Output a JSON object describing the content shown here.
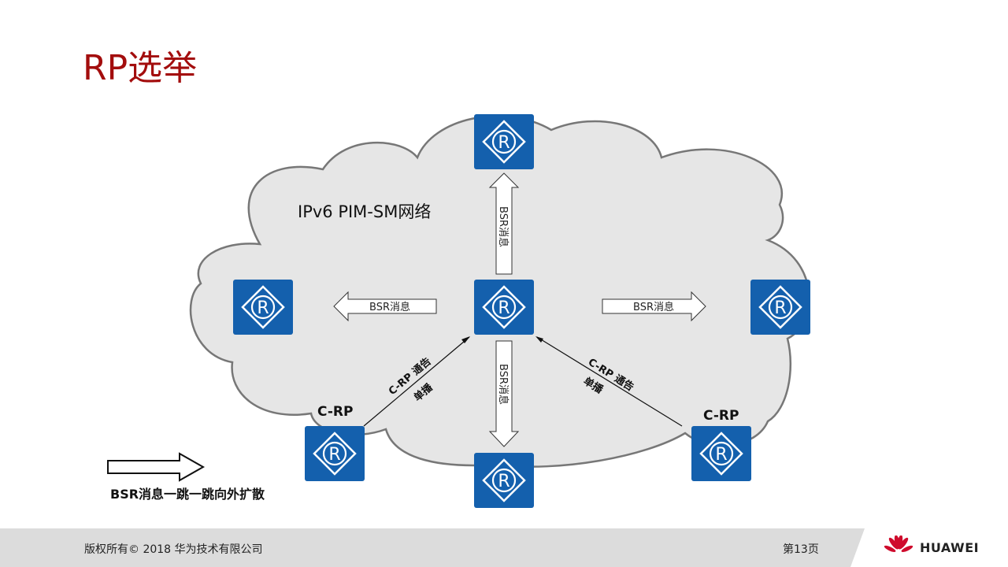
{
  "title": "RP选举",
  "network_label": "IPv6 PIM-SM网络",
  "router_letter": "R",
  "bsr_message": "BSR消息",
  "crp_label": "C-RP",
  "crp_announce": "C-RP 通告",
  "crp_unicast": "单播",
  "legend": "BSR消息一跳一跳向外扩散",
  "footer": {
    "copyright": "版权所有© 2018 华为技术有限公司",
    "page": "第13页",
    "brand": "HUAWEI"
  },
  "colors": {
    "title": "#a30d0d",
    "router": "#1460ad",
    "cloud": "#e6e6e6",
    "brand_red": "#cf0a2c"
  }
}
